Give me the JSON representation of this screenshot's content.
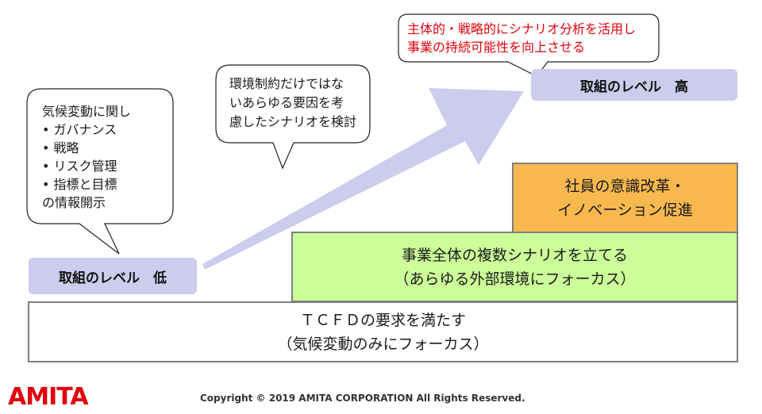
{
  "bubbles": {
    "pillars": {
      "intro": "気候変動に関し",
      "items": [
        "ガバナンス",
        "戦略",
        "リスク管理",
        "指標と目標"
      ],
      "outro": "の情報開示"
    },
    "scenario": {
      "lines": [
        "環境制約だけではな",
        "いあらゆる要因を考",
        "慮したシナリオを検討"
      ]
    },
    "goal": {
      "lines": [
        "主体的・戦略的にシナリオ分析を活用し",
        "事業の持続可能性を向上させる"
      ],
      "color": "#e3000b"
    }
  },
  "levels": {
    "low": "取組のレベル　低",
    "high": "取組のレベル　高",
    "color": "#ccccec"
  },
  "stairs": {
    "base": {
      "line1": "ＴＣＦＤの要求を満たす",
      "line2": "（気候変動のみにフォーカス）",
      "color": "#ffffff"
    },
    "middle": {
      "line1": "事業全体の複数シナリオを立てる",
      "line2": "（あらゆる外部環境にフォーカス）",
      "color": "#ccff99"
    },
    "top": {
      "line1": "社員の意識改革・",
      "line2": "イノベーション促進",
      "color": "#f8b84e"
    }
  },
  "arrow_color": "#ccccec",
  "footer": {
    "logo": "AMITA",
    "copyright": "Copyright © 2019  AMITA CORPORATION   All Rights Reserved.",
    "logo_color": "#e3000b"
  }
}
